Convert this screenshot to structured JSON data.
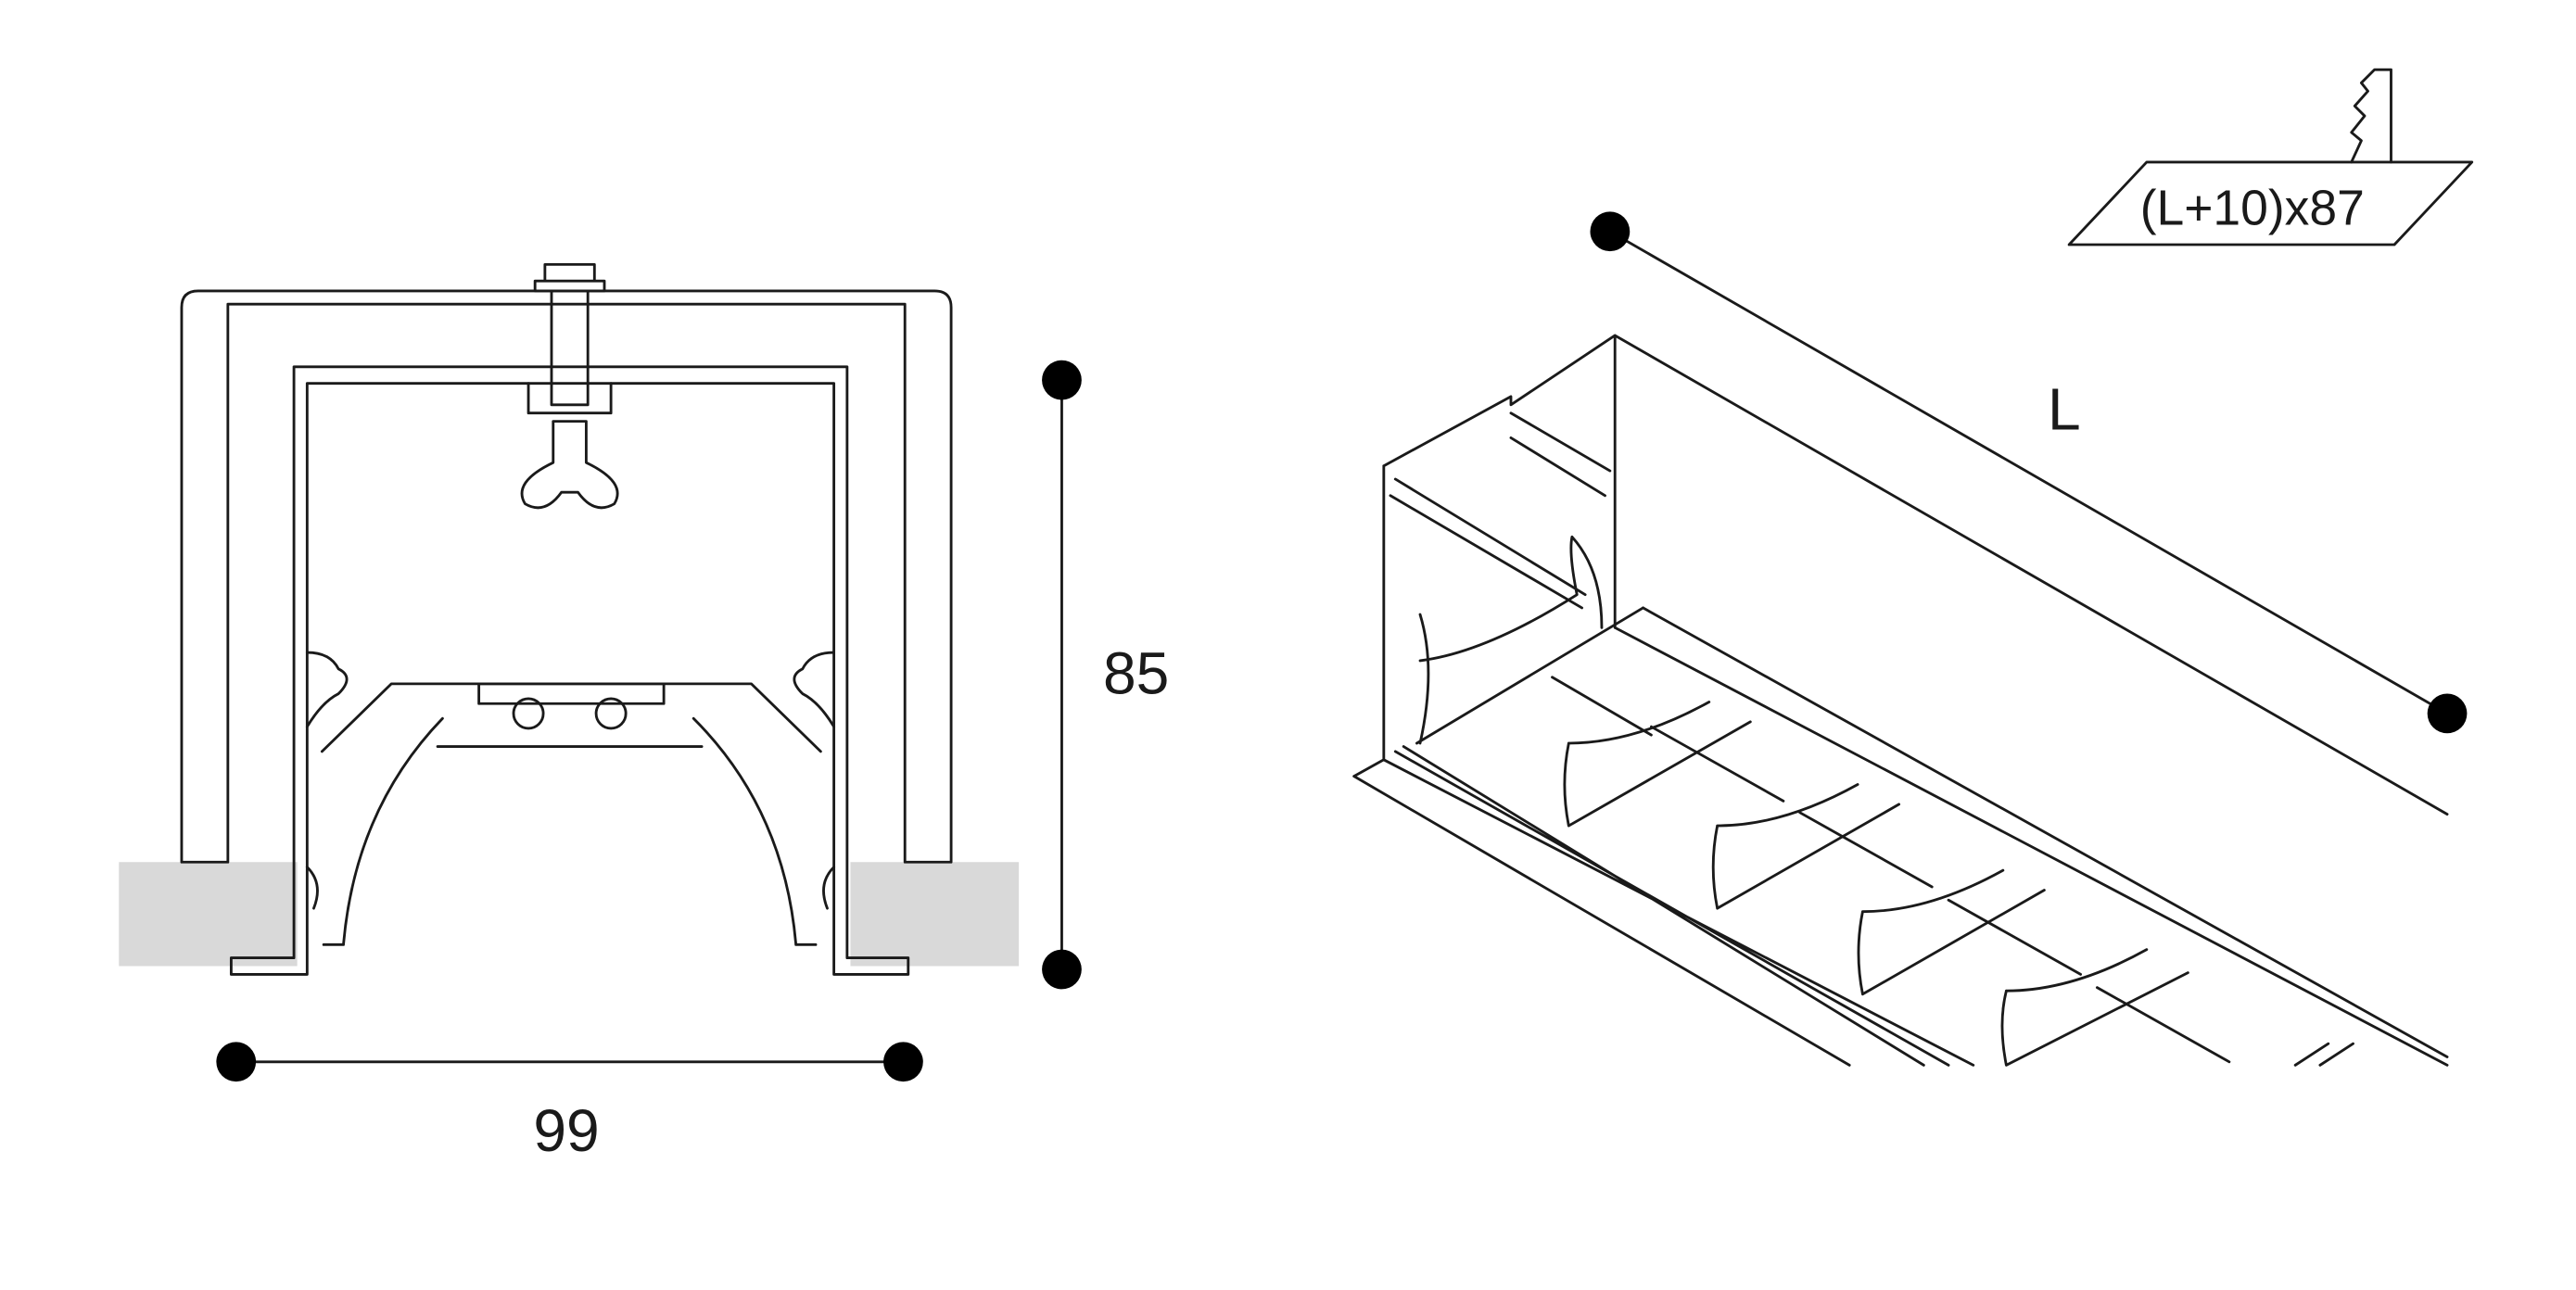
{
  "diagram": {
    "cross_section": {
      "height_label": "85",
      "width_label": "99"
    },
    "isometric": {
      "length_label": "L"
    },
    "cutout": {
      "label": "(L+10)x87"
    },
    "colors": {
      "line": "#1a1a1a",
      "ceiling": "#d9d9d9"
    }
  }
}
